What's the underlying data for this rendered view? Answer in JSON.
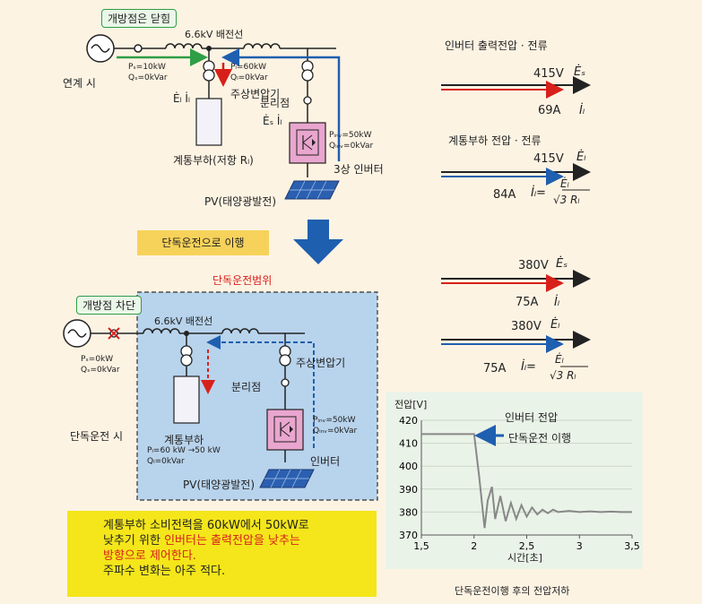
{
  "top": {
    "callout": "개방점은 닫힘",
    "line_label": "6.6kV 배전선",
    "grid_mode": "연계 시",
    "ps": "Pₛ=10kW",
    "qs": "Qₛ=0kVar",
    "pl": "Pₗ=60kW",
    "ql": "Qₗ=0kVar",
    "el_il": "Ėₗ İₗ",
    "transformer": "주상변압기",
    "branch": "분리점",
    "es_il": "Ėₛ İₗ",
    "pinv": "Pᵢₙᵥ=50kW",
    "qinv": "Qᵢₙᵥ=0kVar",
    "inverter": "3상 인버터",
    "load": "계통부하(저항 Rₗ)",
    "pv": "PV(태양광발전)"
  },
  "banner": "단독운전으로 이행",
  "bottom": {
    "range_label": "단독운전범위",
    "callout": "개방점 차단",
    "line_label": "6.6kV 배전선",
    "ps": "Pₛ=0kW",
    "qs": "Qₛ=0kVar",
    "mode": "단독운전 시",
    "transformer": "주상변압기",
    "branch": "분리점",
    "load": "계통부하",
    "pl": "Pₗ=60 kW →50 kW",
    "ql": "Qₗ=0kVar",
    "pinv": "Pᵢₙᵥ=50kW",
    "qinv": "Qᵢₙᵥ=0kVar",
    "inverter": "인버터",
    "pv": "PV(태양광발전)"
  },
  "note": {
    "line1": "계통부하 소비전력을 60kW에서 50kW로",
    "line2_a": "낮추기 위한 ",
    "line2_b": "인버터는 출력전압을 낮추는",
    "line3": "방향으로 제어한다.",
    "line4": "주파수 변화는 아주 적다."
  },
  "phasor": {
    "g1_title": "인버터 출력전압 · 전류",
    "g1_v": "415V",
    "g1_vsym": "Ėₛ",
    "g1_i": "69A",
    "g1_isym": "İₗ",
    "g2_title": "계통부하 전압 · 전류",
    "g2_v": "415V",
    "g2_vsym": "Ėₗ",
    "g2_i": "84A",
    "g2_isym": "İₗ=",
    "g2_num": "Ėₗ",
    "g2_den": "√3 Rₗ",
    "g3_v": "380V",
    "g3_vsym": "Ėₛ",
    "g3_i": "75A",
    "g3_isym": "İₗ",
    "g4_v": "380V",
    "g4_vsym": "Ėₗ",
    "g4_i": "75A",
    "g4_isym": "İₗ=",
    "g4_num": "Ėₗ",
    "g4_den": "√3 Rₗ",
    "colors": {
      "voltage": "#222222",
      "red": "#d8201a",
      "blue": "#1f5fb0"
    }
  },
  "chart_data": {
    "type": "line",
    "title": "인버터 전압",
    "annotation": "단독운전 이행",
    "ylabel": "전압[V]",
    "xlabel": "시간[초]",
    "caption": "단독운전이행 후의 전압저하",
    "xlim": [
      1.5,
      3.5
    ],
    "ylim": [
      370,
      420
    ],
    "xticks": [
      "1,5",
      "2",
      "2,5",
      "3",
      "3,5"
    ],
    "yticks": [
      "420",
      "410",
      "400",
      "390",
      "380",
      "370"
    ],
    "series": [
      {
        "x": [
          1.5,
          2.0,
          2.05,
          2.1,
          2.13,
          2.17,
          2.2,
          2.25,
          2.3,
          2.35,
          2.4,
          2.45,
          2.5,
          2.55,
          2.6,
          2.65,
          2.7,
          2.75,
          2.8,
          2.9,
          3.0,
          3.1,
          3.2,
          3.3,
          3.4,
          3.5
        ],
        "y": [
          414,
          414,
          395,
          373,
          385,
          391,
          377,
          387,
          376,
          384,
          377,
          383,
          378,
          382,
          379,
          381,
          379.5,
          381,
          380,
          380.5,
          380,
          380.3,
          380,
          380.2,
          380,
          380
        ]
      }
    ]
  }
}
